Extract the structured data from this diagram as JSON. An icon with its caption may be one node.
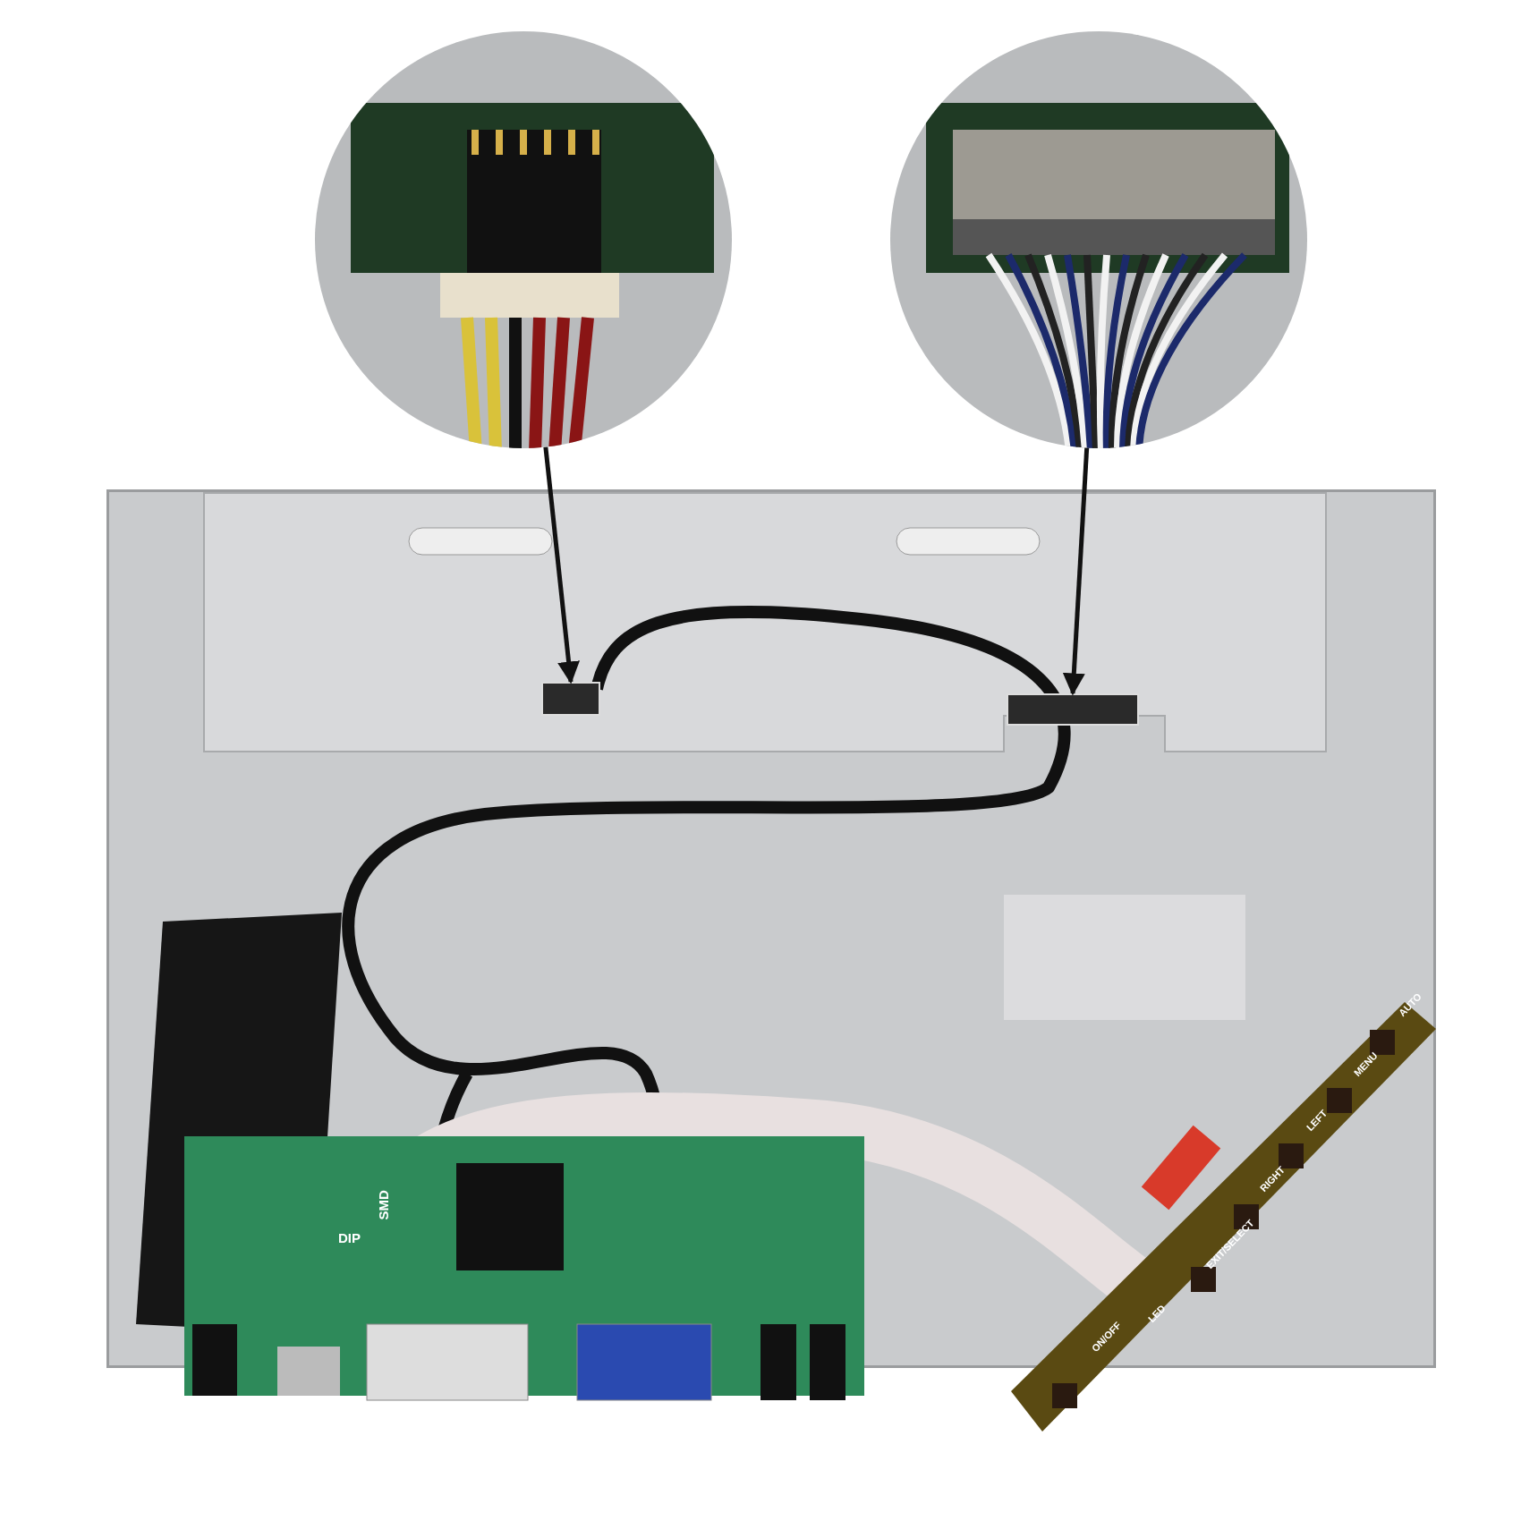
{
  "diagram": {
    "nodes": [
      {
        "text": [],
        "shape": "picture"
      },
      {
        "text": [],
        "shape": "picture"
      },
      {
        "text": [],
        "shape": "picture"
      },
      {
        "text": [],
        "shape": "box",
        "in": 2
      },
      {
        "text": [],
        "shape": "box",
        "in": 2
      }
    ],
    "edges": [
      {
        "from": 0,
        "to": 3,
        "arrow": "to"
      },
      {
        "from": 1,
        "to": 4,
        "arrow": "to"
      }
    ],
    "labels": [
      "DIP",
      "SMD",
      "AUTO",
      "MENU",
      "LEFT",
      "RIGHT",
      "EXIT/SELECT",
      "LED",
      "ON/OFF"
    ]
  }
}
